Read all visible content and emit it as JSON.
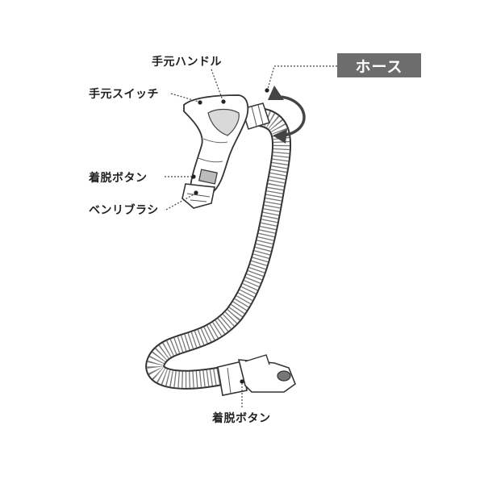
{
  "title_tag": "ホース",
  "labels": {
    "handle": "手元ハンドル",
    "switch": "手元スイッチ",
    "release_top": "着脱ボタン",
    "brush": "ベンリブラシ",
    "release_bottom": "着脱ボタン"
  },
  "colors": {
    "line": "#333333",
    "tag_bg": "#6d6d6d",
    "tag_text": "#ffffff",
    "leader": "#444444"
  }
}
